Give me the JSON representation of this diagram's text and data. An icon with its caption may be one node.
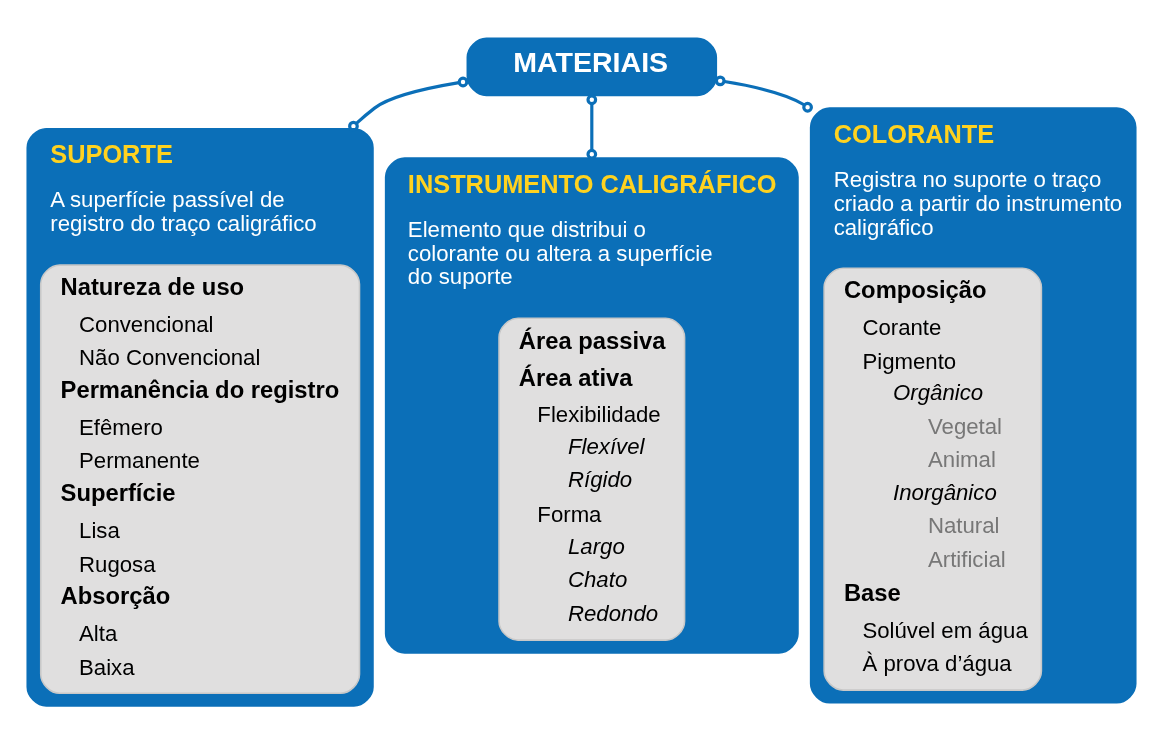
{
  "diagram": {
    "nodes": [
      {
        "text": [
          "MATERIAIS"
        ]
      },
      {
        "text": [
          "SUPORTE",
          "A superfície passível de registro do traço caligráfico"
        ]
      },
      {
        "text": [
          "Natureza de uso",
          "Convencional",
          "Não Convencional",
          "Permanência do registro",
          "Efêmero",
          "Permanente",
          "Superfície",
          "Lisa",
          "Rugosa",
          "Absorção",
          "Alta",
          "Baixa"
        ],
        "in": 1
      },
      {
        "text": [
          "INSTRUMENTO CALIGRÁFICO",
          "Elemento que distribui o colorante ou altera a superfície do suporte"
        ]
      },
      {
        "text": [
          "Área passiva",
          "Área ativa",
          "Flexibilidade",
          "Flexível",
          "Rígido",
          "Forma",
          "Largo",
          "Chato",
          "Redondo"
        ],
        "in": 3
      },
      {
        "text": [
          "COLORANTE",
          "Registra no suporte o traço criado a partir do instrumento caligráfico"
        ]
      },
      {
        "text": [
          "Composição",
          "Corante",
          "Pigmento",
          "Orgânico",
          "Vegetal",
          "Animal",
          "Inorgânico",
          "Natural",
          "Artificial",
          "Base",
          "Solúvel em água",
          "À prova d’água"
        ],
        "in": 5
      }
    ],
    "edges": [
      {
        "from": 0,
        "to": 1,
        "arrow": "other"
      },
      {
        "from": 0,
        "to": 3,
        "arrow": "other"
      },
      {
        "from": 0,
        "to": 5,
        "arrow": "other"
      }
    ]
  }
}
